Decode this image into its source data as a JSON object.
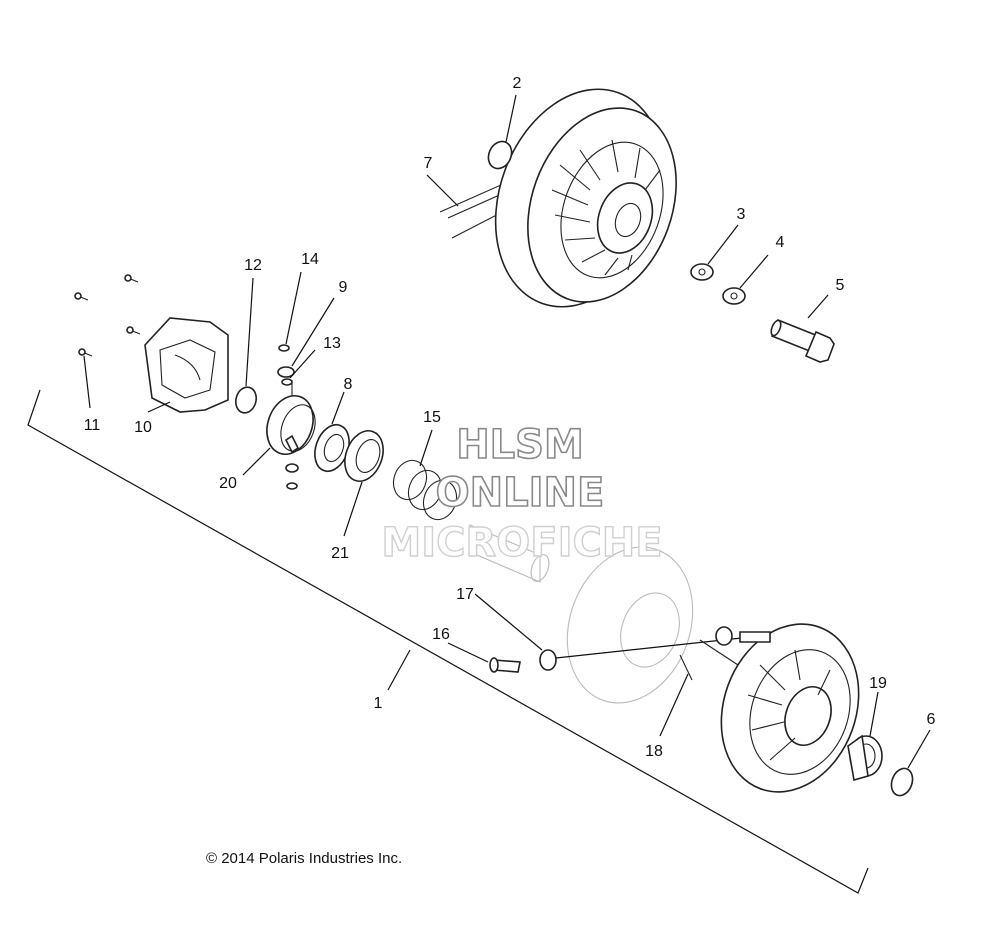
{
  "diagram": {
    "copyright": "© 2014 Polaris Industries Inc.",
    "watermark": [
      "HLSM",
      "ONLINE",
      "MICROFICHE"
    ],
    "callouts": [
      "1",
      "2",
      "3",
      "4",
      "5",
      "6",
      "7",
      "8",
      "9",
      "10",
      "11",
      "12",
      "13",
      "14",
      "15",
      "16",
      "17",
      "18",
      "19",
      "20",
      "21"
    ]
  }
}
